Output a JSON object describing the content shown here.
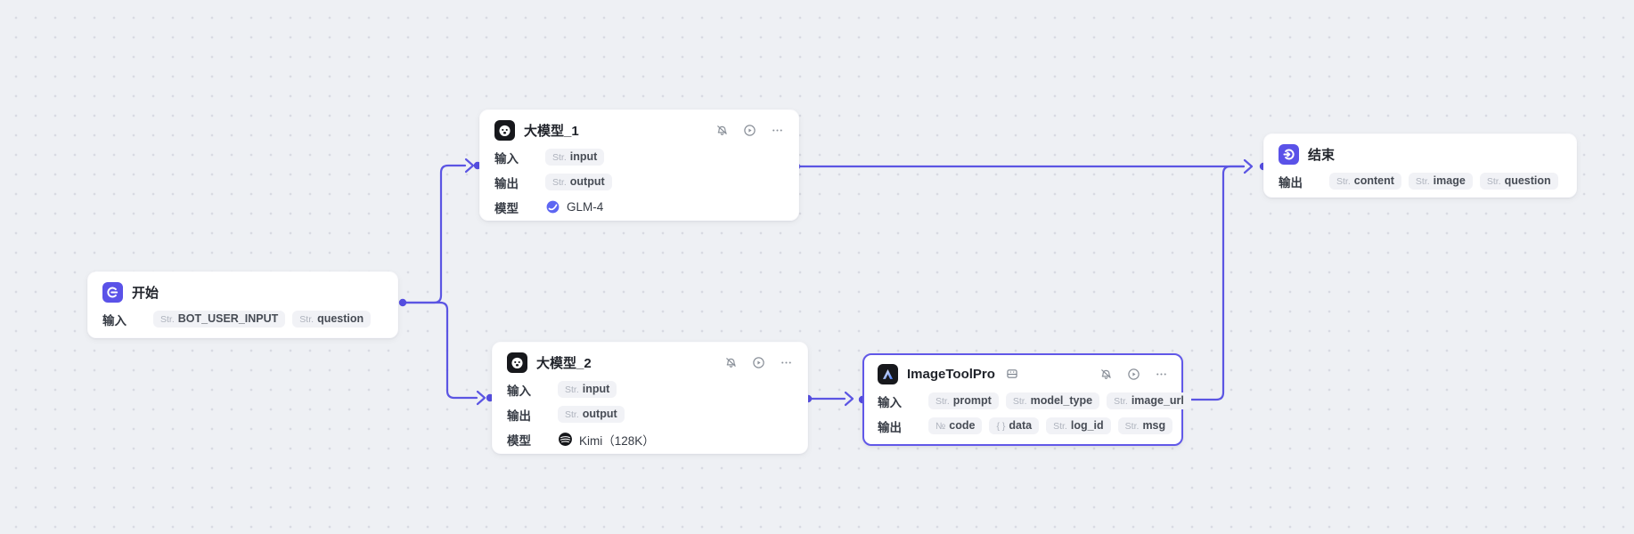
{
  "app": {
    "kind": "workflow-canvas"
  },
  "colors": {
    "canvas_bg": "#eef0f4",
    "grid_dot": "#d8dae2",
    "edge_accent": "#5b55e3",
    "port_dot": "#554ee0",
    "selected_border": "#6158e8",
    "node_bg": "#ffffff",
    "badge_bg": "#f1f2f6",
    "icon_indigo": "#5a52e8",
    "icon_black": "#17181c"
  },
  "nodes": {
    "start": {
      "title": "开始",
      "icon": "start-icon",
      "rows": [
        {
          "label": "输入",
          "badges": [
            {
              "type": "Str.",
              "name": "BOT_USER_INPUT"
            },
            {
              "type": "Str.",
              "name": "question"
            }
          ]
        }
      ]
    },
    "llm1": {
      "title": "大模型_1",
      "icon": "llm-face-icon",
      "rows": [
        {
          "label": "输入",
          "badges": [
            {
              "type": "Str.",
              "name": "input"
            }
          ]
        },
        {
          "label": "输出",
          "badges": [
            {
              "type": "Str.",
              "name": "output"
            }
          ]
        }
      ],
      "model_row": {
        "label": "模型",
        "value": "GLM-4",
        "icon": "glm-logo-icon"
      }
    },
    "llm2": {
      "title": "大模型_2",
      "icon": "llm-face-icon",
      "rows": [
        {
          "label": "输入",
          "badges": [
            {
              "type": "Str.",
              "name": "input"
            }
          ]
        },
        {
          "label": "输出",
          "badges": [
            {
              "type": "Str.",
              "name": "output"
            }
          ]
        }
      ],
      "model_row": {
        "label": "模型",
        "value": "Kimi（128K）",
        "icon": "kimi-logo-icon"
      }
    },
    "imagetoolpro": {
      "title": "ImageToolPro",
      "icon": "imagetool-icon",
      "selected": true,
      "rows": [
        {
          "label": "输入",
          "badges": [
            {
              "type": "Str.",
              "name": "prompt"
            },
            {
              "type": "Str.",
              "name": "model_type"
            },
            {
              "type": "Str.",
              "name": "image_url"
            }
          ]
        },
        {
          "label": "输出",
          "badges": [
            {
              "type": "№",
              "name": "code"
            },
            {
              "type": "{ }",
              "name": "data"
            },
            {
              "type": "Str.",
              "name": "log_id"
            },
            {
              "type": "Str.",
              "name": "msg"
            }
          ]
        }
      ]
    },
    "end": {
      "title": "结束",
      "icon": "end-icon",
      "rows": [
        {
          "label": "输出",
          "badges": [
            {
              "type": "Str.",
              "name": "content"
            },
            {
              "type": "Str.",
              "name": "image"
            },
            {
              "type": "Str.",
              "name": "question"
            }
          ]
        }
      ]
    }
  },
  "edges": [
    {
      "from": "开始",
      "to": "大模型_1"
    },
    {
      "from": "开始",
      "to": "大模型_2"
    },
    {
      "from": "大模型_1",
      "to": "结束"
    },
    {
      "from": "大模型_2",
      "to": "ImageToolPro"
    },
    {
      "from": "ImageToolPro",
      "to": "结束"
    }
  ]
}
